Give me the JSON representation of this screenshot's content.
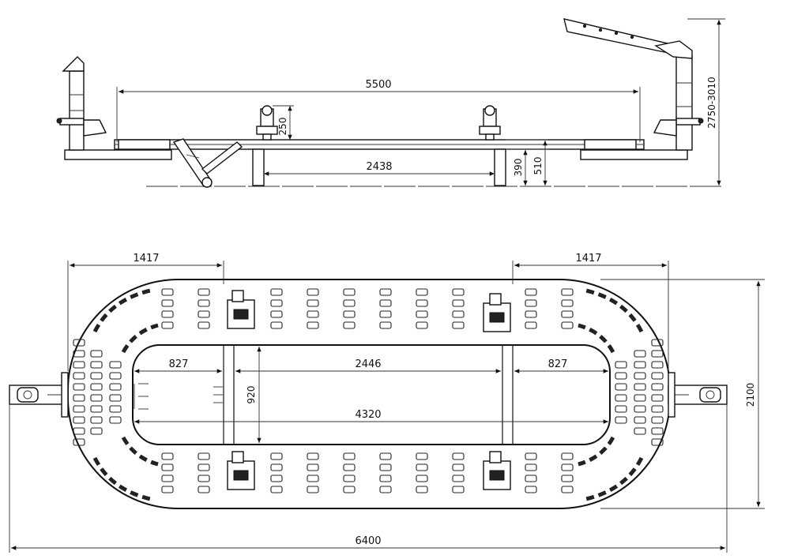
{
  "side_view": {
    "length_label": "5500",
    "clamp_height_label": "250",
    "clamp_spacing_label": "2438",
    "low_height_label": "390",
    "high_height_label": "510",
    "tower_height_label": "2750-3010"
  },
  "top_view": {
    "left_arm_label": "1417",
    "right_arm_label": "1417",
    "left_inner_label": "827",
    "center_inner_label": "2446",
    "right_inner_label": "827",
    "inner_width_label": "920",
    "inner_length_label": "4320",
    "overall_width_label": "2100",
    "overall_length_label": "6400"
  },
  "colors": {
    "line": "#111111",
    "background": "#ffffff"
  }
}
